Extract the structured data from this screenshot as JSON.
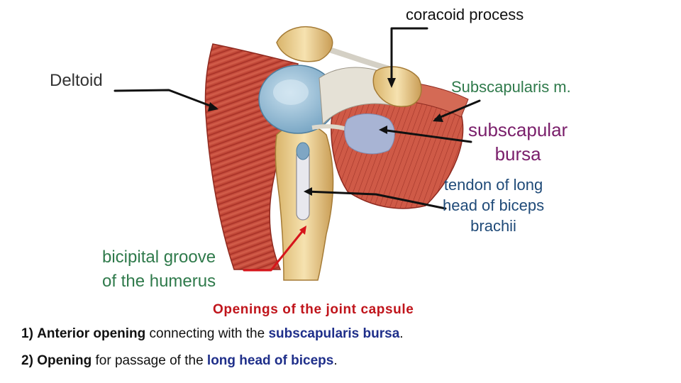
{
  "labels": {
    "coracoid": "coracoid process",
    "deltoid": "Deltoid",
    "subscapularis_m": "Subscapularis m.",
    "bursa_line1": "subscapular",
    "bursa_line2": "bursa",
    "tendon_line1": "tendon of long",
    "tendon_line2": "head of biceps",
    "tendon_line3": "brachii",
    "groove_line1": "bicipital groove",
    "groove_line2": "of the humerus"
  },
  "caption": {
    "title": "Openings of the joint capsule",
    "line1": {
      "num": "1)",
      "bold": "Anterior opening",
      "text": " connecting with the ",
      "highlight": "subscapularis bursa",
      "end": "."
    },
    "line2": {
      "num": "2)",
      "bold": "Opening",
      "text": " for passage of the ",
      "highlight": "long head of biceps",
      "end": "."
    }
  },
  "colors": {
    "muscle": "#c8473a",
    "bone": "#f0d9a0",
    "cartilage": "#9cc3dc",
    "bursa": "#a8b4d4",
    "caption_title": "#c0141b",
    "highlight": "#1f2f8a"
  }
}
